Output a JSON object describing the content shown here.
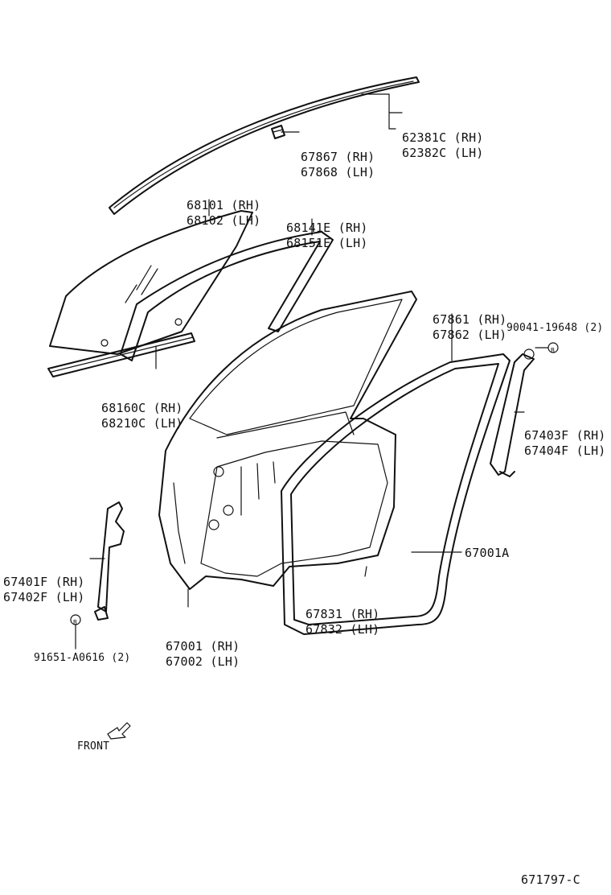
{
  "callouts": {
    "moulding_top": [
      "62381C (RH)",
      "62382C (LH)"
    ],
    "clip": [
      "67867 (RH)",
      "67868 (LH)"
    ],
    "glass": [
      "68101 (RH)",
      "68102 (LH)"
    ],
    "run": [
      "68141E (RH)",
      "68151E (LH)"
    ],
    "weatherstrip_outer": [
      "67861 (RH)",
      "67862 (LH)"
    ],
    "bolt_rear": "90041-19648 (2)",
    "channel_rear": [
      "67403F (RH)",
      "67404F (LH)"
    ],
    "belt_moulding": [
      "68160C (RH)",
      "68210C (LH)"
    ],
    "channel_front": [
      "67401F (RH)",
      "67402F (LH)"
    ],
    "plug": "67001A",
    "weatherstrip_inner": [
      "67831 (RH)",
      "67832 (LH)"
    ],
    "door_panel": [
      "67001 (RH)",
      "67002 (LH)"
    ],
    "bolt_front": "91651-A0616 (2)",
    "front": "FRONT",
    "diagram_id": "671797-C",
    "bolt_marker": "B"
  }
}
